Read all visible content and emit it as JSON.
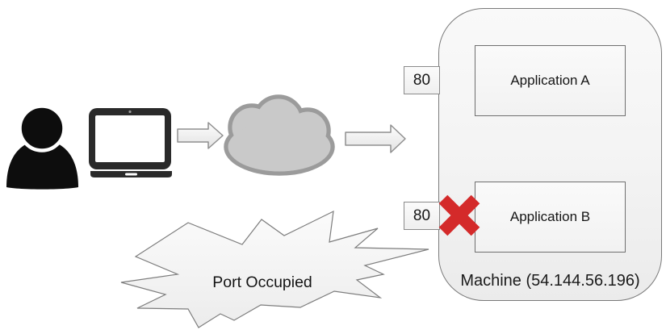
{
  "diagram": {
    "background_color": "#ffffff",
    "flow": {
      "user_icon": "person-silhouette",
      "device_icon": "laptop",
      "network_icon": "cloud",
      "arrow_icon": "block-arrow-right",
      "arrow_count": 2
    },
    "machine": {
      "label": "Machine (54.144.56.196)",
      "applications": [
        {
          "name": "Application A",
          "port": "80"
        },
        {
          "name": "Application B",
          "port": "80"
        }
      ]
    },
    "conflict": {
      "label": "Port Occupied",
      "mark_icon": "red-x",
      "mark_color": "#d42a2a"
    },
    "colors": {
      "cloud_fill": "#c9c9c9",
      "cloud_stroke": "#9b9b9b",
      "shape_outline": "#7a7a7a",
      "icon_black": "#0d0d0d"
    }
  }
}
